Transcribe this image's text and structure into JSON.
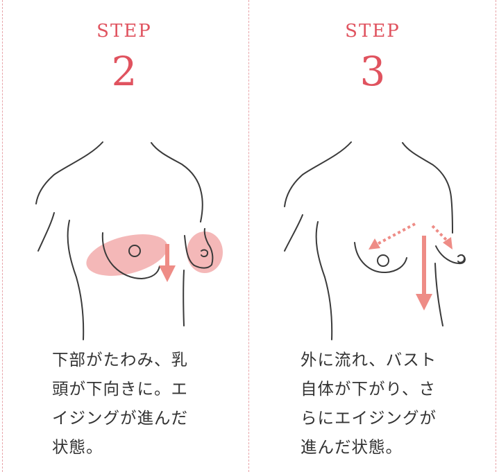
{
  "steps": [
    {
      "label": "STEP",
      "number": "2",
      "caption_lines": [
        "下部がたわみ、乳",
        "頭が下向きに。エ",
        "イジングが進んだ",
        "状態。"
      ]
    },
    {
      "label": "STEP",
      "number": "3",
      "caption_lines": [
        "外に流れ、バスト",
        "自体が下がり、さ",
        "らにエイジングが",
        "進んだ状態。"
      ]
    }
  ],
  "colors": {
    "accent": "#e0535f",
    "highlight": "#f4b8b8",
    "arrow": "#ee8c86",
    "line": "#3a3a3a",
    "divider": "#e8a3a8"
  }
}
